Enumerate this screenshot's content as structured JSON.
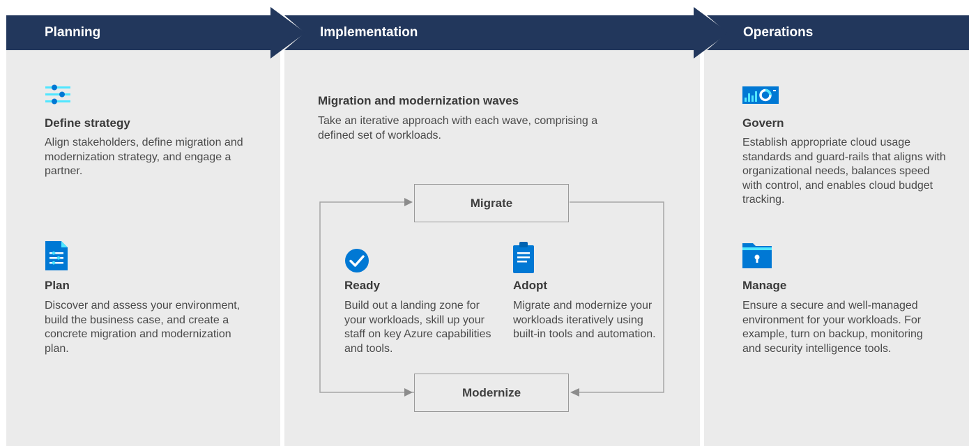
{
  "phases": [
    {
      "label": "Planning"
    },
    {
      "label": "Implementation"
    },
    {
      "label": "Operations"
    }
  ],
  "planning": {
    "define_strategy": {
      "icon": "sliders-icon",
      "title": "Define strategy",
      "description": "Align stakeholders, define migration and modernization strategy, and engage a partner."
    },
    "plan": {
      "icon": "document-list-icon",
      "title": "Plan",
      "description": "Discover and assess your environment, build the business case, and create a concrete migration and modernization plan."
    }
  },
  "implementation": {
    "waves_title": "Migration and modernization waves",
    "waves_description": "Take an iterative approach with each wave, comprising a defined set of workloads.",
    "cycle": {
      "migrate": "Migrate",
      "modernize": "Modernize"
    },
    "ready": {
      "icon": "checkmark-circle-icon",
      "title": "Ready",
      "description": "Build out a landing zone for your workloads, skill up your staff on key Azure capabilities and tools."
    },
    "adopt": {
      "icon": "clipboard-icon",
      "title": "Adopt",
      "description": "Migrate and modernize your workloads iteratively using built-in tools and automation."
    }
  },
  "operations": {
    "govern": {
      "icon": "cost-dashboard-icon",
      "title": "Govern",
      "description": "Establish appropriate cloud usage standards and guard-rails that aligns with organizational needs, balances speed with control, and enables cloud budget tracking."
    },
    "manage": {
      "icon": "locked-folder-icon",
      "title": "Manage",
      "description": "Ensure a secure and well-managed environment for your workloads. For example, turn on backup, monitoring and security intelligence tools."
    }
  },
  "colors": {
    "banner": "#22375c",
    "panel": "#ebebeb",
    "icon_blue": "#0078d4",
    "icon_light": "#50e6ff"
  }
}
